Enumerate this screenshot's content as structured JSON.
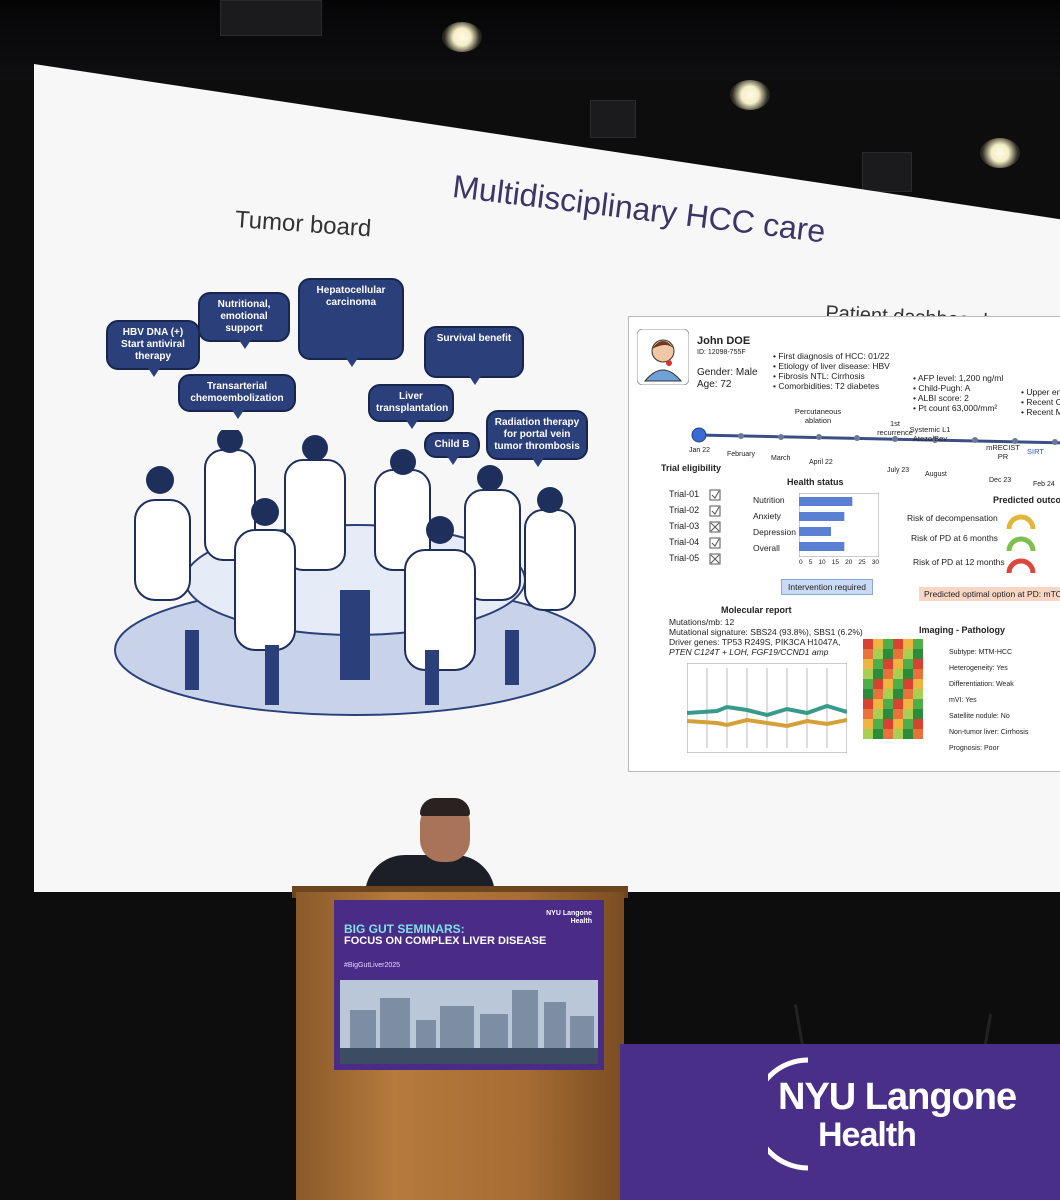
{
  "slide": {
    "title": "Multidisciplinary HCC care",
    "left_title": "Tumor board",
    "right_title": "Patient dashboard"
  },
  "bubbles": [
    "HBV DNA (+) Start antiviral therapy",
    "Nutritional, emotional support",
    "Hepatocellular carcinoma",
    "Survival benefit",
    "Transarterial chemoembolization",
    "Liver transplantation",
    "Child B",
    "Radiation therapy for portal vein tumor thrombosis"
  ],
  "dashboard": {
    "patient_name": "John DOE",
    "patient_id": "ID: 12098-755F",
    "gender": "Gender: Male",
    "age": "Age: 72",
    "history": [
      "• First diagnosis of HCC: 01/22",
      "• Etiology of liver disease: HBV",
      "• Fibrosis NTL: Cirrhosis",
      "• Comorbidities: T2 diabetes"
    ],
    "labs": [
      "• AFP level: 1,200 ng/ml",
      "• Child-Pugh: A",
      "• ALBI score: 2",
      "• Pt count 63,000/mm²"
    ],
    "extra": [
      "• Upper en",
      "• Recent C",
      "• Recent M"
    ],
    "timeline_top": [
      "Percutaneous ablation",
      "1st recurrence",
      "Systemic L1 Atezo/Bev",
      "mRECIST PR",
      "SIRT"
    ],
    "timeline_bottom": [
      "Jan 22",
      "February",
      "March",
      "April 22",
      "July 23",
      "August",
      "Dec 23",
      "Feb 24"
    ],
    "trial_title": "Trial eligibility",
    "trials": [
      "Trial-01",
      "Trial-02",
      "Trial-03",
      "Trial-04",
      "Trial-05"
    ],
    "health_title": "Health status",
    "health_items": [
      "Nutrition",
      "Anxiety",
      "Depression",
      "Overall"
    ],
    "health_axis": [
      "0",
      "5",
      "10",
      "15",
      "20",
      "25",
      "30"
    ],
    "health_values": [
      20,
      17,
      12,
      17
    ],
    "intervention": "Intervention required",
    "outcome_title": "Predicted outcome",
    "outcomes": [
      "Risk of decompensation",
      "Risk of PD at 6 months",
      "Risk of PD at 12 months"
    ],
    "optimal": "Predicted optimal option at PD: mTOR",
    "molecular_title": "Molecular report",
    "molecular_lines": [
      "Mutations/mb: 12",
      "Mutational signature: SBS24 (93.8%), SBS1 (6.2%)",
      "Driver genes: TP53 R249S, PIK3CA H1047A,",
      "PTEN C124T + LOH, FGF19/CCND1 amp"
    ],
    "imaging_title": "Imaging - Pathology",
    "imaging_lines": [
      "Subtype: MTM-HCC",
      "Heterogeneity: Yes",
      "Differentiation: Weak",
      "mVI: Yes",
      "Satellite nodule: No",
      "Non-tumor liver: Cirrhosis",
      "Prognosis: Poor"
    ]
  },
  "podium": {
    "line1": "BIG GUT SEMINARS:",
    "line2": "FOCUS ON COMPLEX LIVER DISEASE",
    "hashtag": "#BigGutLiver2025",
    "logo": "NYU Langone Health"
  },
  "table_banner": {
    "line1": "NYU Langone",
    "line2": "Health"
  },
  "colors": {
    "slide_title": "#3c3566",
    "bubble": "#2b3f7a",
    "banner": "#4a2b86",
    "table": "#4a2f88"
  }
}
